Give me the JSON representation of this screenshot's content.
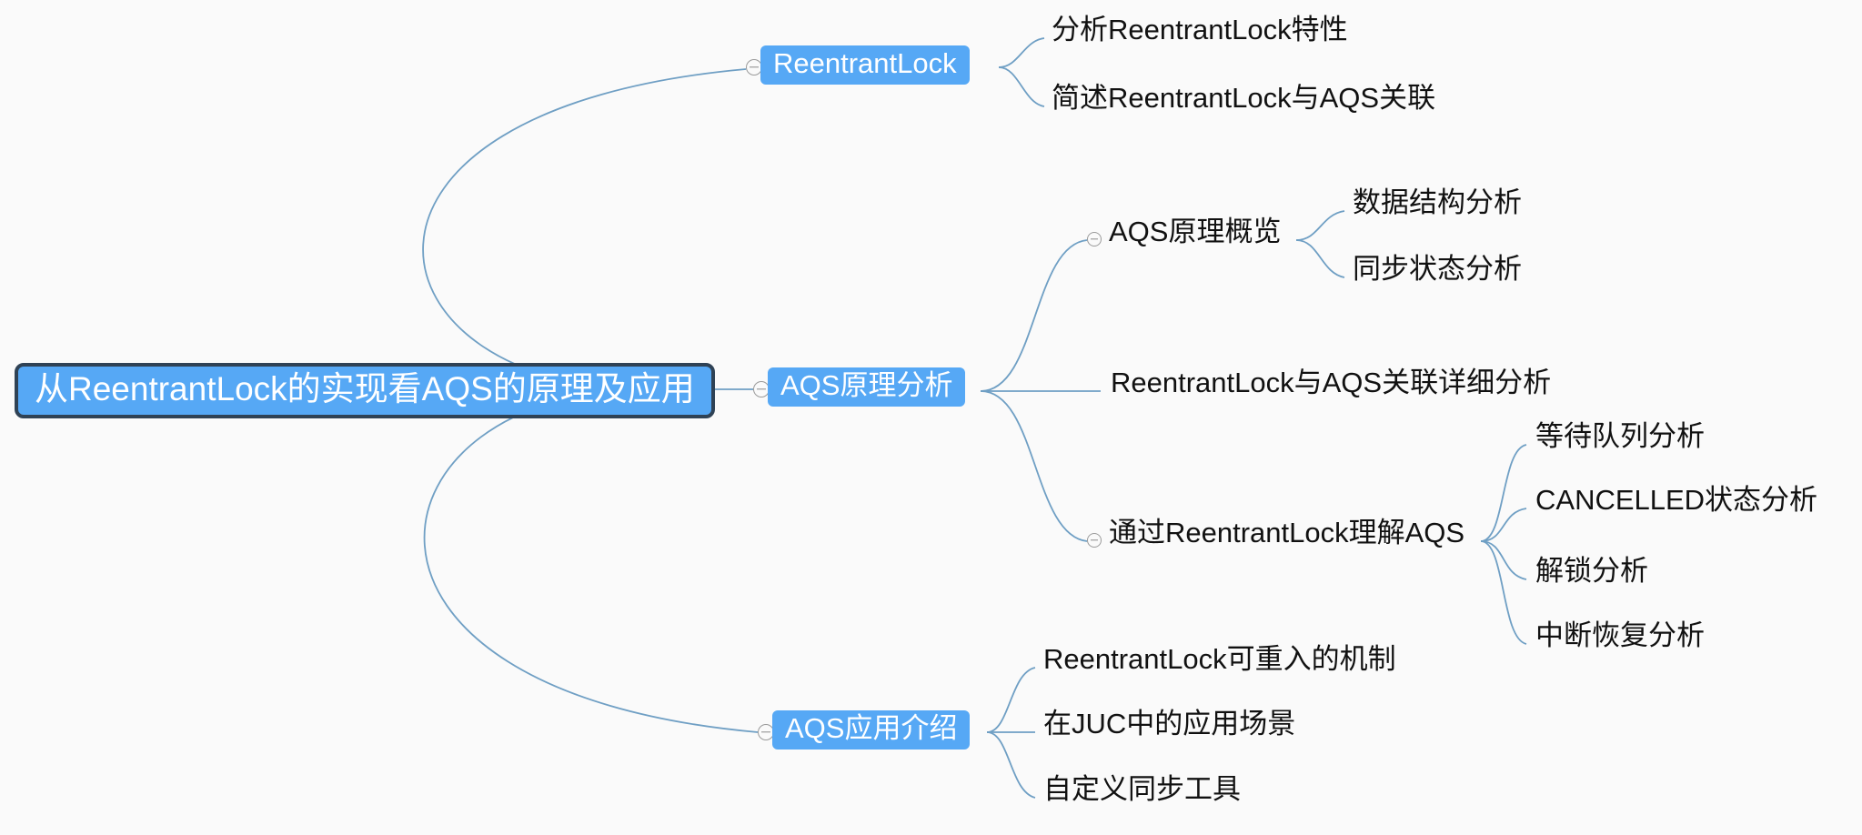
{
  "document": {
    "type": "mindmap",
    "background_color": "#fafafa",
    "edge_color": "#6f9fc4",
    "node_fill_color": "#56a8f5",
    "root_border_color": "#2f4255",
    "node_text_color": "#ffffff",
    "leaf_text_color": "#111111"
  },
  "root": {
    "label": "从ReentrantLock的实现看AQS的原理及应用"
  },
  "branches": [
    {
      "label": "ReentrantLock",
      "collapse_icon": "minus-circle-icon",
      "children": [
        {
          "label": "分析ReentrantLock特性"
        },
        {
          "label": "简述ReentrantLock与AQS关联"
        }
      ]
    },
    {
      "label": "AQS原理分析",
      "collapse_icon": "minus-circle-icon",
      "children": [
        {
          "label": "AQS原理概览",
          "collapse_icon": "minus-circle-icon",
          "children": [
            {
              "label": "数据结构分析"
            },
            {
              "label": "同步状态分析"
            }
          ]
        },
        {
          "label": "ReentrantLock与AQS关联详细分析"
        },
        {
          "label": "通过ReentrantLock理解AQS",
          "collapse_icon": "minus-circle-icon",
          "children": [
            {
              "label": "等待队列分析"
            },
            {
              "label": "CANCELLED状态分析"
            },
            {
              "label": "解锁分析"
            },
            {
              "label": "中断恢复分析"
            }
          ]
        }
      ]
    },
    {
      "label": "AQS应用介绍",
      "collapse_icon": "minus-circle-icon",
      "children": [
        {
          "label": "ReentrantLock可重入的机制"
        },
        {
          "label": "在JUC中的应用场景"
        },
        {
          "label": "自定义同步工具"
        }
      ]
    }
  ]
}
